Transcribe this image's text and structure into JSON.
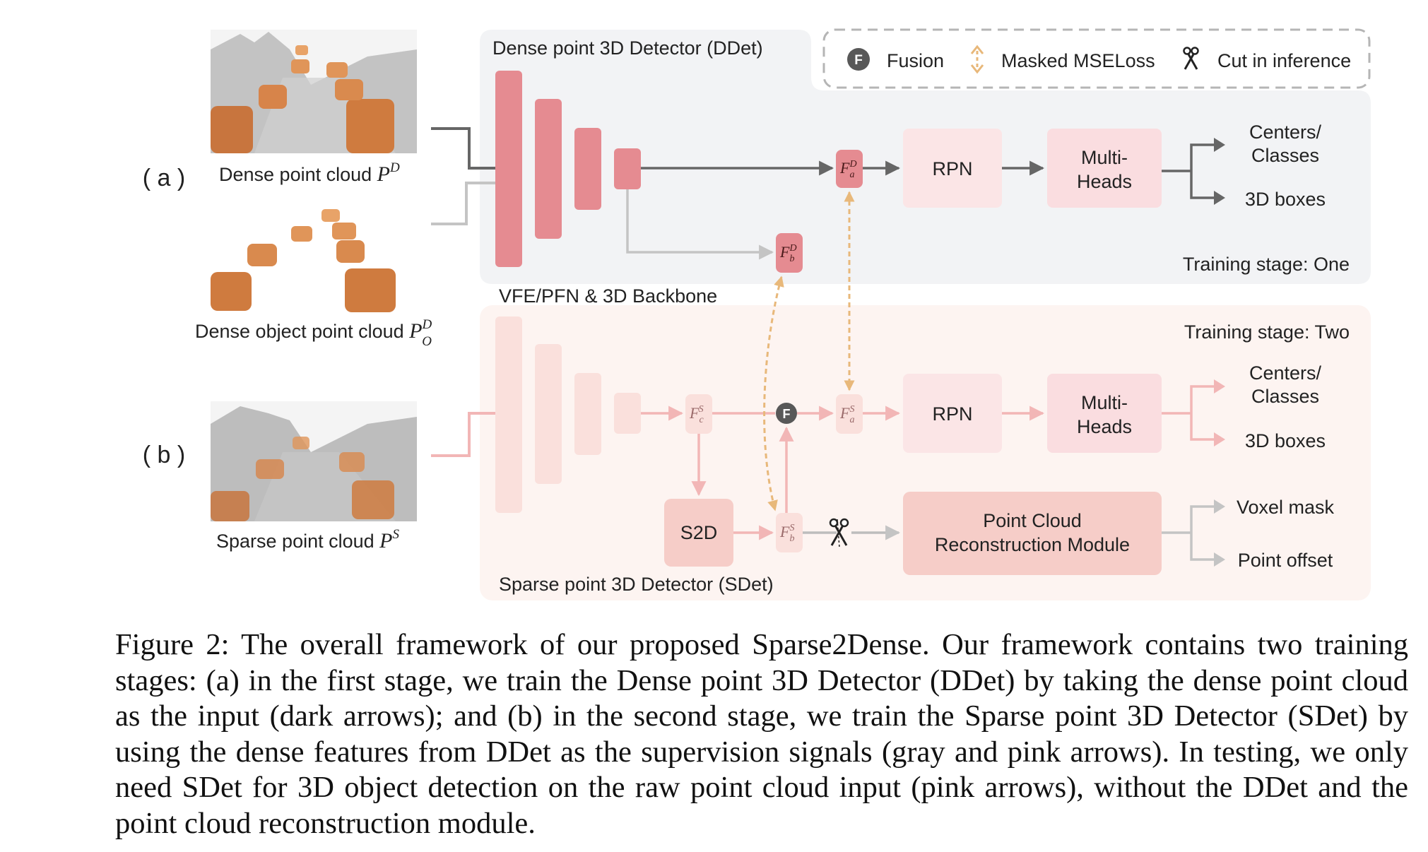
{
  "diagram": {
    "legend": {
      "fusion_symbol": "F",
      "fusion": "Fusion",
      "masked_mse": "Masked MSELoss",
      "cut": "Cut in inference"
    },
    "ddet_title": "Dense point 3D Detector (DDet)",
    "sdet_title": "Sparse point 3D Detector (SDet)",
    "backbone_label": "VFE/PFN & 3D Backbone",
    "stage_one": "Training stage: One",
    "stage_two": "Training stage: Two",
    "row_a": "( a )",
    "row_b": "( b )",
    "inputs": {
      "dense": {
        "text": "Dense point cloud ",
        "sym": "P",
        "sup": "D"
      },
      "dense_object": {
        "text": "Dense object point cloud ",
        "sym": "P",
        "sup": "D",
        "sub": "O"
      },
      "sparse": {
        "text": "Sparse point cloud ",
        "sym": "P",
        "sup": "S"
      }
    },
    "rpn": "RPN",
    "multi_heads": [
      "Multi-",
      "Heads"
    ],
    "outputs": {
      "centers": [
        "Centers/",
        "Classes"
      ],
      "boxes": "3D boxes",
      "voxel_mask": "Voxel mask",
      "point_offset": "Point offset"
    },
    "s2d": "S2D",
    "pcr": [
      "Point Cloud",
      "Reconstruction Module"
    ],
    "features": {
      "fad": {
        "sym": "F",
        "sub": "a",
        "sup": "D"
      },
      "fbd": {
        "sym": "F",
        "sub": "b",
        "sup": "D"
      },
      "fcs": {
        "sym": "F",
        "sub": "c",
        "sup": "S"
      },
      "fas": {
        "sym": "F",
        "sub": "a",
        "sup": "S"
      },
      "fbs": {
        "sym": "F",
        "sub": "b",
        "sup": "S"
      }
    },
    "colors": {
      "dark_arrow": "#666666",
      "gray_arrow": "#c4c4c4",
      "pink_arrow": "#f2b6b6",
      "orange_dash": "#e8b87a",
      "ddet_block": "#e58b91",
      "sdet_block": "#fae0dc"
    }
  },
  "caption": "Figure 2: The overall framework of our proposed Sparse2Dense. Our framework contains two training stages: (a) in the first stage, we train the Dense point 3D Detector (DDet) by taking the dense point cloud as the input (dark arrows); and (b) in the second stage, we train the Sparse point 3D Detector (SDet) by using the dense features from DDet as the supervision signals (gray and pink arrows). In testing, we only need SDet for 3D object detection on the raw point cloud input (pink arrows), without the DDet and the point cloud reconstruction module."
}
